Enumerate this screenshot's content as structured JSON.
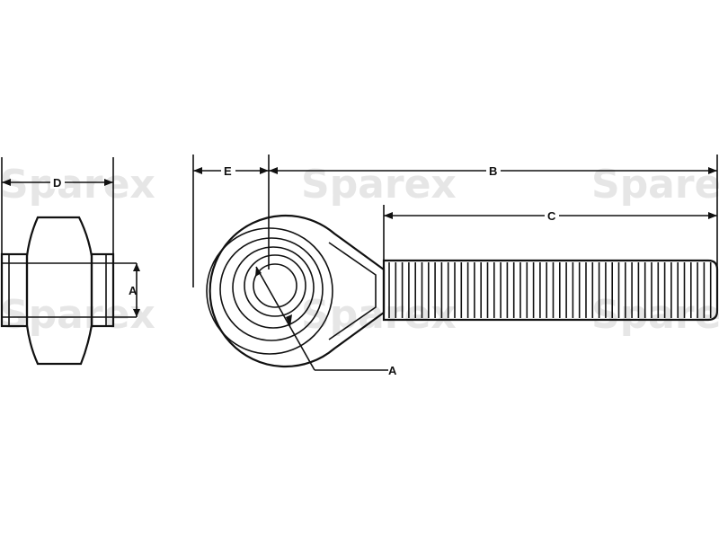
{
  "watermark": {
    "text": "Sparex"
  },
  "dimensions": {
    "a_label": "A",
    "b_label": "B",
    "c_label": "C",
    "d_label": "D",
    "e_label": "E",
    "f_label": "A"
  },
  "colors": {
    "line": "#111111",
    "watermark": "#e6e6e6",
    "background": "#ffffff"
  }
}
